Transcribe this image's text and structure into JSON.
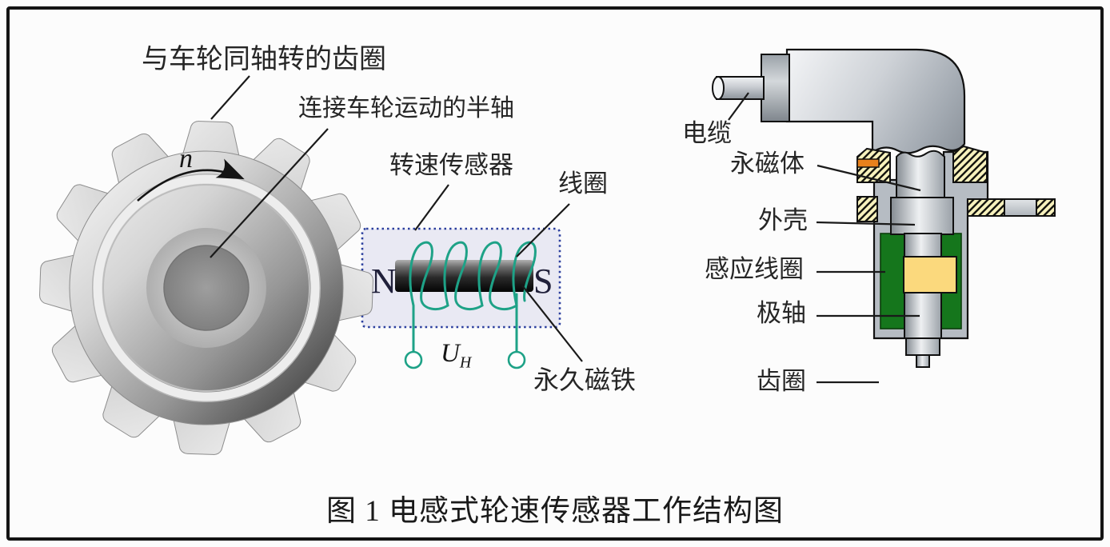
{
  "figure": {
    "caption": "图 1  电感式轮速传感器工作结构图"
  },
  "left_diagram": {
    "labels": {
      "gear_ring": "与车轮同轴转的齿圈",
      "axle": "连接车轮运动的半轴",
      "speed_sensor": "转速传感器",
      "coil": "线圈",
      "permanent_magnet": "永久磁铁"
    },
    "rotation_symbol": "n",
    "pole_n": "N",
    "pole_s": "S",
    "voltage_symbol": "U",
    "voltage_subscript": "H"
  },
  "right_diagram": {
    "labels": {
      "cable": "电缆",
      "permanent_magnet_body": "永磁体",
      "shell": "外壳",
      "induction_coil": "感应线圈",
      "pole_shaft": "极轴",
      "gear_ring": "齿圈"
    }
  },
  "colors": {
    "coil-teal": "#1ea287",
    "box-border-blue": "#2b3f9e",
    "box-fill": "#e9e9f3",
    "coil-block-green": "#15761c",
    "magnet-insert-yellow": "#fbd97d",
    "seal-orange": "#e8811c",
    "hatch-yellow": "#f8f2bd",
    "housing-gray": "#b6bcc3"
  }
}
